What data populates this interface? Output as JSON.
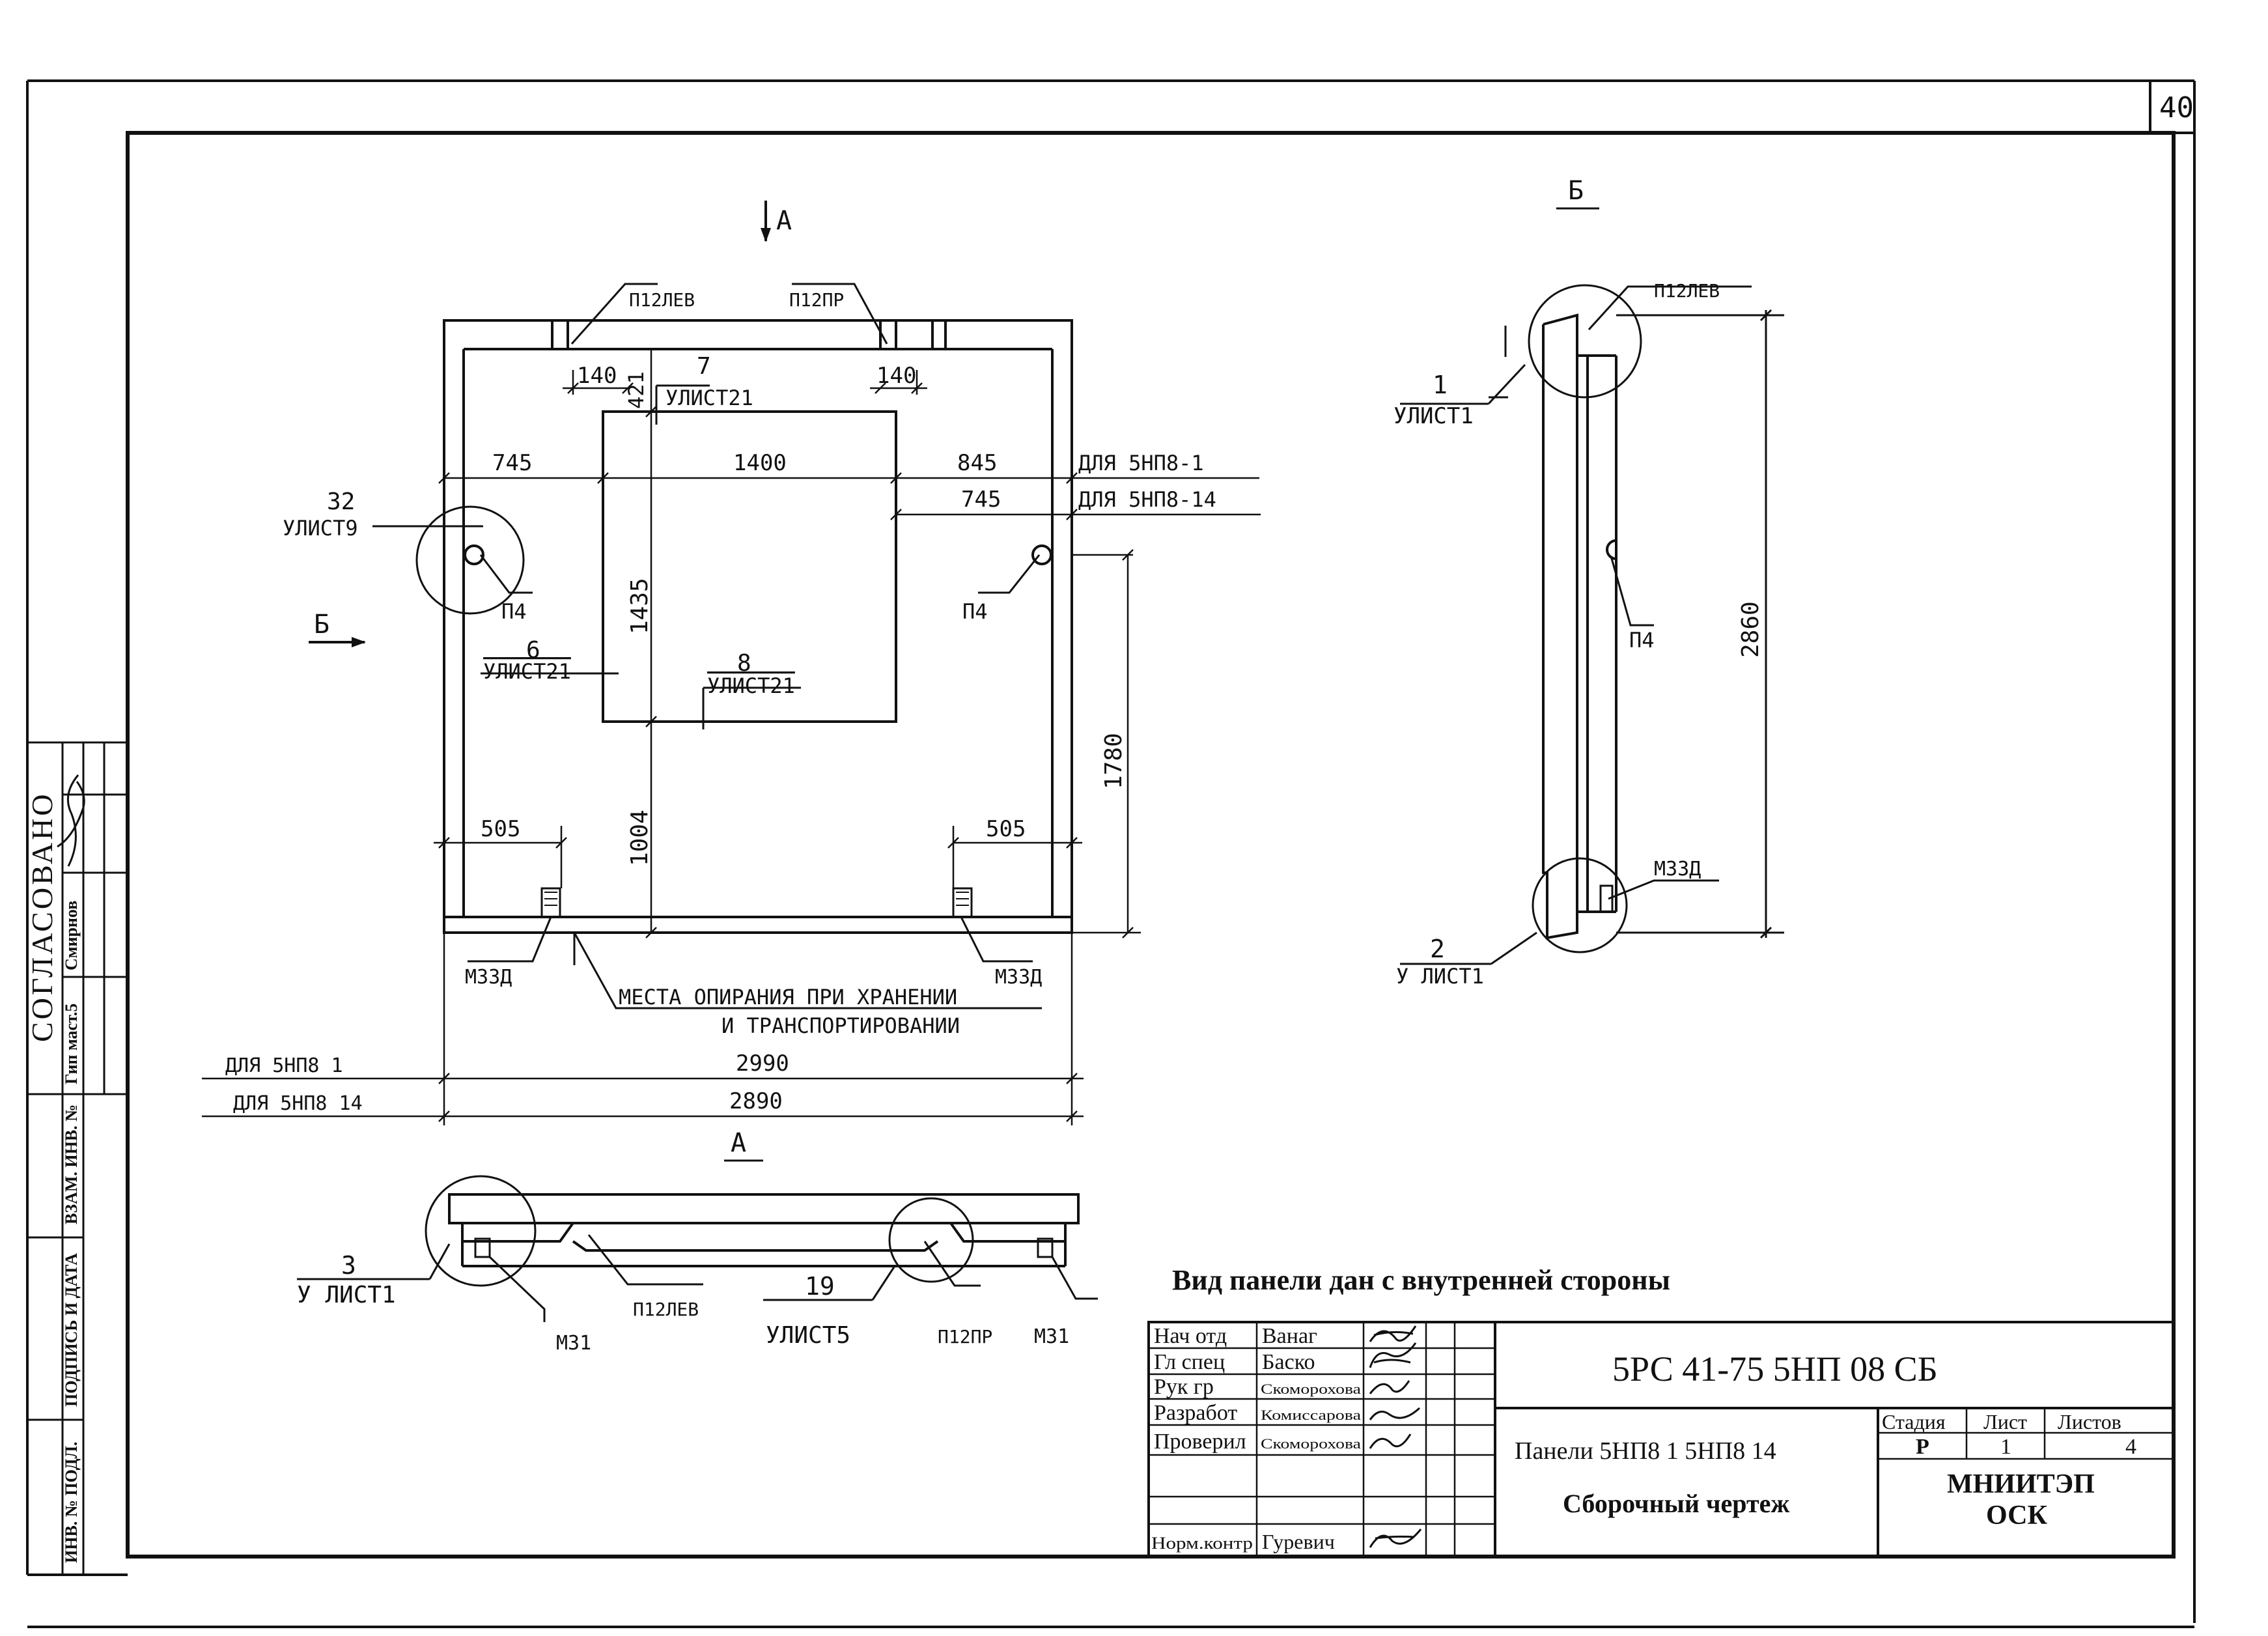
{
  "sheet_number": "40",
  "view_labels": {
    "section_a_arrow": "А",
    "section_b_arrow": "Б",
    "view_a": "А",
    "view_b": "Б"
  },
  "front_view": {
    "callouts": {
      "p12_left": "П12ЛЕВ",
      "p12_right": "П12ПР",
      "node_7_num": "7",
      "node_7_sheet": "УЛИСТ21",
      "node_6_num": "6",
      "node_6_sheet": "УЛИСТ21",
      "node_8_num": "8",
      "node_8_sheet": "УЛИСТ21",
      "node_32_num": "32",
      "node_32_sheet": "УЛИСТ9",
      "p4_left": "П4",
      "p4_right": "П4",
      "m33d_left": "М33Д",
      "m33d_right": "М33Д"
    },
    "dims": {
      "d140_left": "140",
      "d140_right": "140",
      "d421": "421",
      "d745_left": "745",
      "d1400": "1400",
      "d845": "845",
      "d745_right": "745",
      "d1435": "1435",
      "d1004": "1004",
      "d1780": "1780",
      "d505_left": "505",
      "d505_right": "505",
      "d2990": "2990",
      "d2890": "2890"
    },
    "variant_5np8_1": "ДЛЯ 5НП8-1",
    "variant_5np8_14": "ДЛЯ 5НП8-14",
    "bottom_5np8_1": "ДЛЯ 5НП8 1",
    "bottom_5np8_14": "ДЛЯ 5НП8 14",
    "support_note_1": "МЕСТА ОПИРАНИЯ ПРИ ХРАНЕНИИ",
    "support_note_2": "И ТРАНСПОРТИРОВАНИИ"
  },
  "side_view": {
    "p12_left": "П12ЛЕВ",
    "node_1_num": "1",
    "node_1_sheet": "УЛИСТ1",
    "node_2_num": "2",
    "node_2_sheet": "У ЛИСТ1",
    "p4": "П4",
    "m33d": "М33Д",
    "d2860": "2860"
  },
  "plan_view": {
    "node_3_num": "3",
    "node_3_sheet": "У ЛИСТ1",
    "node_19_num": "19",
    "node_19_sheet": "УЛИСТ5",
    "m31_left": "М31",
    "m31_right": "М31",
    "p12_left": "П12ЛЕВ",
    "p12_right": "П12ПР"
  },
  "view_note": "Вид панели дан с внутренней стороны",
  "left_margin": {
    "agreed": "СОГЛАСОВАНО",
    "gip": "Гип маст.5",
    "name": "Смирнов",
    "inv_no": "ИНВ. № ПОДЛ.",
    "sign_date": "ПОДПИСЬ И ДАТА",
    "vzam": "ВЗАМ. ИНВ. №"
  },
  "title_block": {
    "roles": [
      {
        "role": "Нач отд",
        "name": "Ванаг"
      },
      {
        "role": "Гл спец",
        "name": "Баско"
      },
      {
        "role": "Рук гр",
        "name": "Скоморохова"
      },
      {
        "role": "Разработ",
        "name": "Комиссарова"
      },
      {
        "role": "Проверил",
        "name": "Скоморохова"
      },
      {
        "role": "",
        "name": ""
      },
      {
        "role": "Норм.контр",
        "name": "Гуревич"
      }
    ],
    "code": "5РС 41-75   5НП 08 СБ",
    "title_1": "Панели 5НП8 1    5НП8 14",
    "title_2": "Сборочный   чертеж",
    "stage_h": "Стадия",
    "sheet_h": "Лист",
    "sheets_h": "Листов",
    "stage": "Р",
    "sheet": "1",
    "sheets": "4",
    "org_1": "МНИИТЭП",
    "org_2": "ОСК"
  }
}
